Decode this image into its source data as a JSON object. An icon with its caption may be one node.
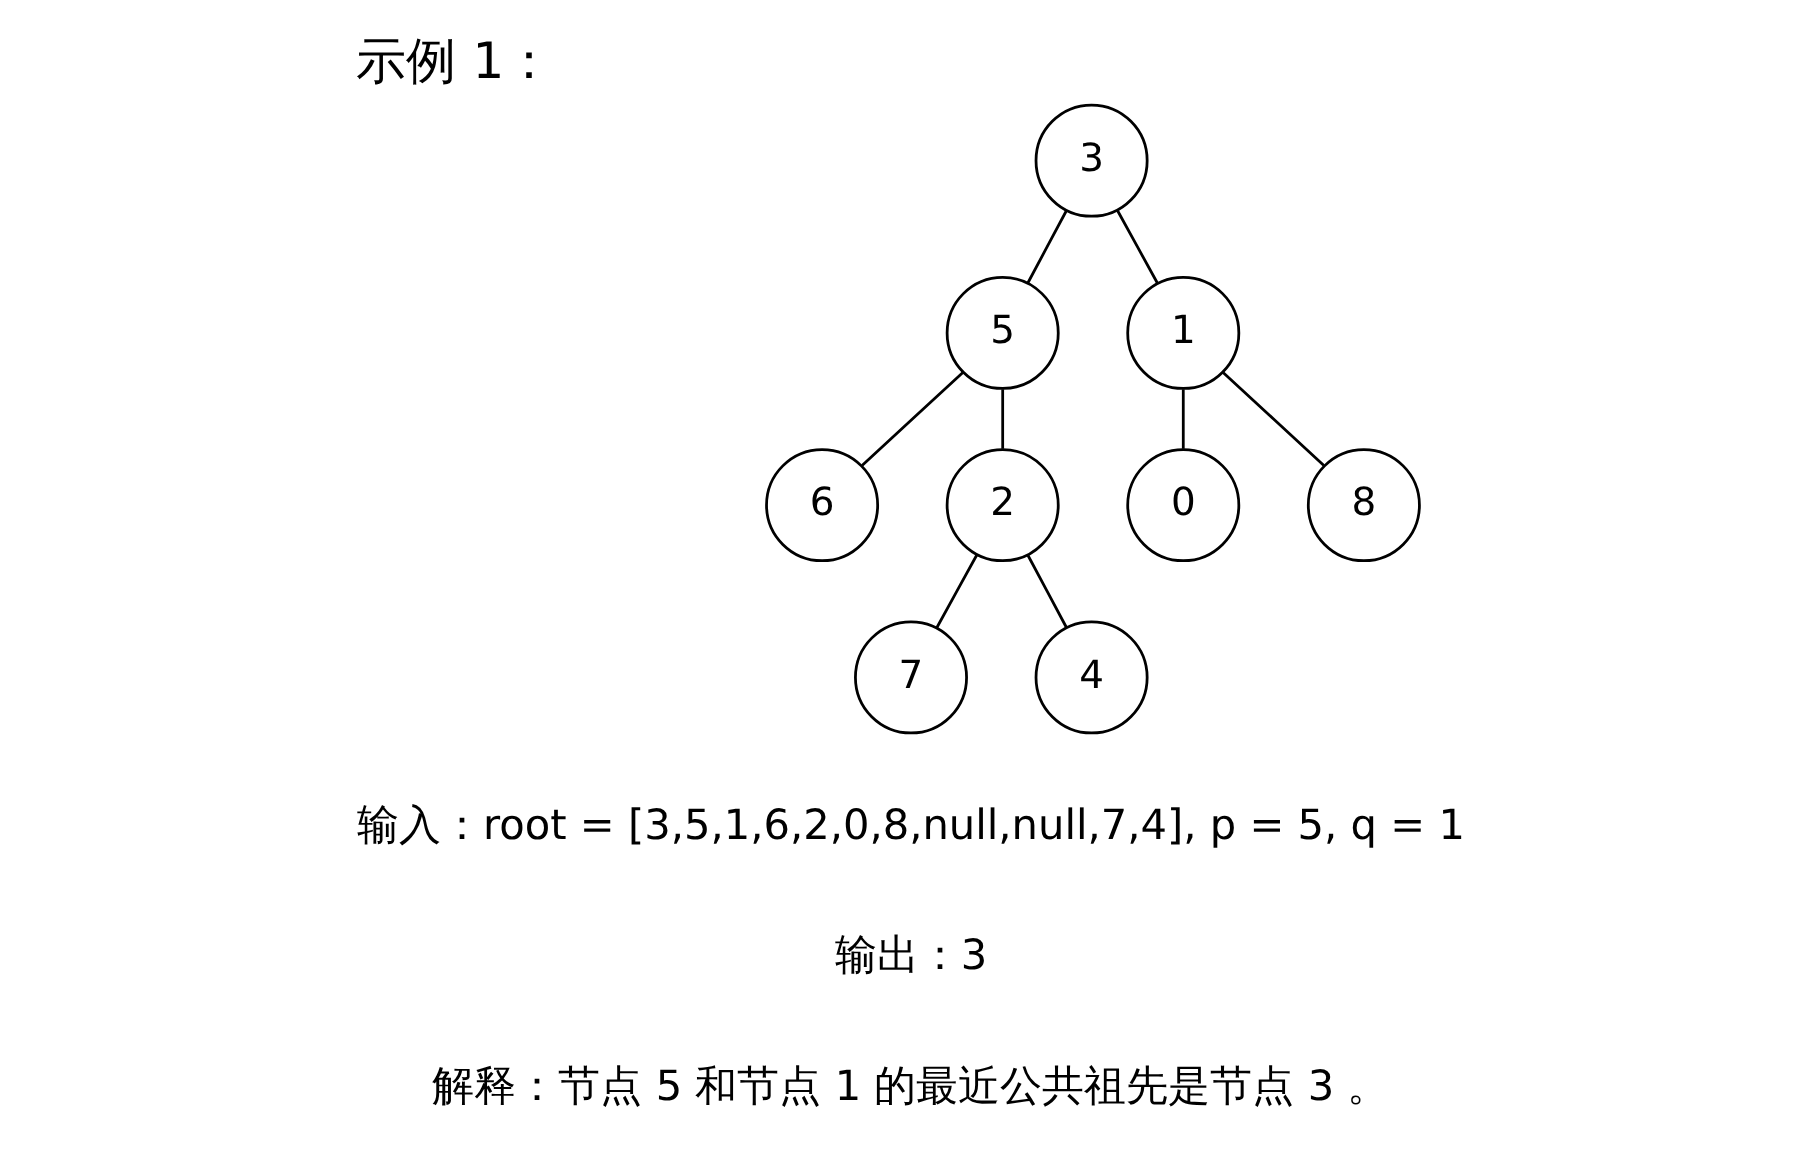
{
  "diagram": {
    "title": "示例 1：",
    "nodes": [
      {
        "text": [
          "3"
        ]
      },
      {
        "text": [
          "5"
        ]
      },
      {
        "text": [
          "1"
        ]
      },
      {
        "text": [
          "6"
        ]
      },
      {
        "text": [
          "2"
        ]
      },
      {
        "text": [
          "0"
        ]
      },
      {
        "text": [
          "8"
        ]
      },
      {
        "text": [
          "7"
        ]
      },
      {
        "text": [
          "4"
        ]
      }
    ],
    "edges": [
      {
        "from": 0,
        "to": 1,
        "arrow": "none"
      },
      {
        "from": 0,
        "to": 2,
        "arrow": "none"
      },
      {
        "from": 1,
        "to": 3,
        "arrow": "none"
      },
      {
        "from": 1,
        "to": 4,
        "arrow": "none"
      },
      {
        "from": 2,
        "to": 5,
        "arrow": "none"
      },
      {
        "from": 2,
        "to": 6,
        "arrow": "none"
      },
      {
        "from": 4,
        "to": 7,
        "arrow": "none"
      },
      {
        "from": 4,
        "to": 8,
        "arrow": "none"
      }
    ],
    "labels": [
      "输入：root = [3,5,1,6,2,0,8,null,null,7,4], p = 5, q = 1",
      "输出：3",
      "解释：节点 5 和节点 1 的最近公共祖先是节点 3 。"
    ]
  }
}
